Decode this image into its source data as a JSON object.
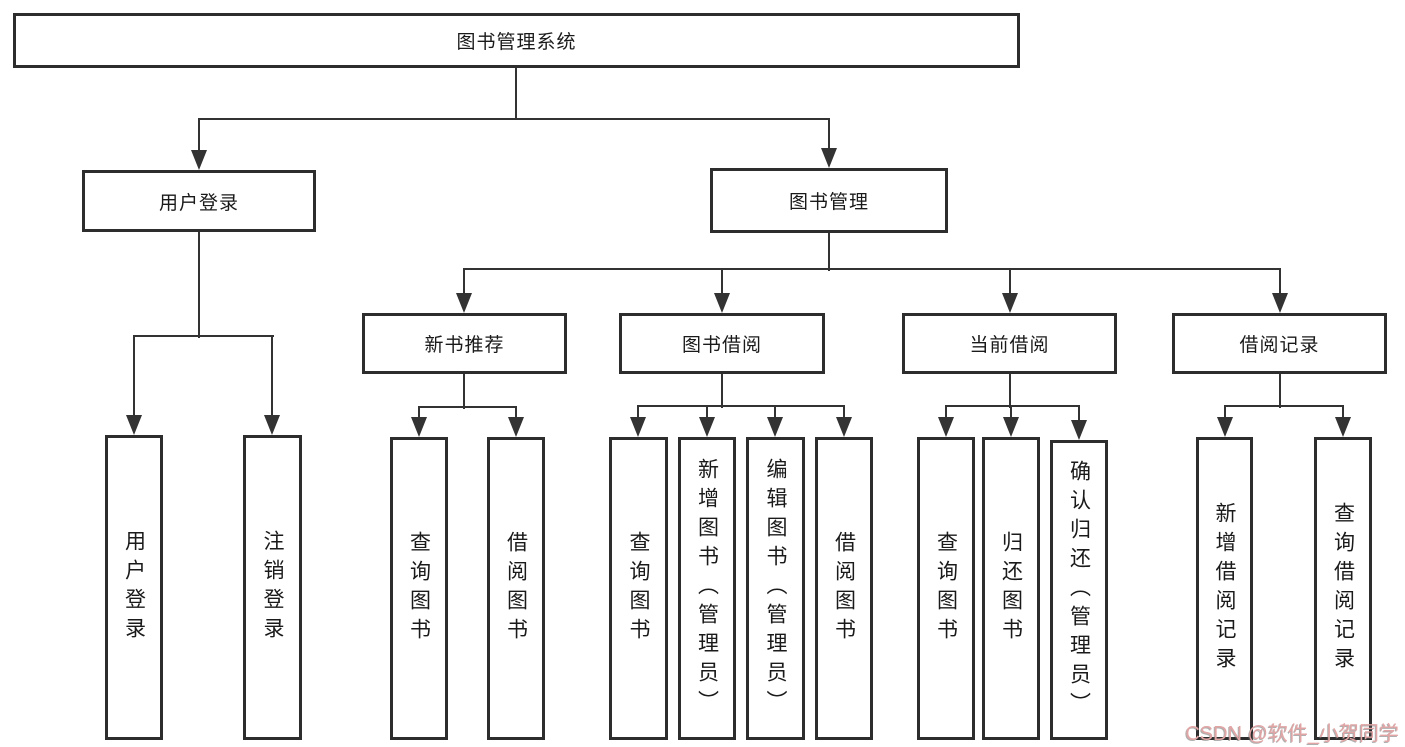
{
  "diagram": {
    "root": {
      "label": "图书管理系统"
    },
    "branches": {
      "login": {
        "label": "用户登录",
        "children": [
          "用户登录",
          "注销登录"
        ]
      },
      "mgmt": {
        "label": "图书管理"
      },
      "newbook": {
        "label": "新书推荐",
        "children": [
          "查询图书",
          "借阅图书"
        ]
      },
      "borrow": {
        "label": "图书借阅",
        "children": [
          "查询图书",
          "新增图书（管理员）",
          "编辑图书（管理员）",
          "借阅图书"
        ]
      },
      "current": {
        "label": "当前借阅",
        "children": [
          "查询图书",
          "归还图书",
          "确认归还（管理员）"
        ]
      },
      "records": {
        "label": "借阅记录",
        "children": [
          "新增借阅记录",
          "查询借阅记录"
        ]
      }
    }
  },
  "watermark": {
    "text": "CSDN @软件_小贺同学",
    "color": "#e2a5a5"
  },
  "colors": {
    "line": "#333333",
    "border": "#2d2d2d",
    "text": "#1a1a1a",
    "background": "#ffffff"
  }
}
